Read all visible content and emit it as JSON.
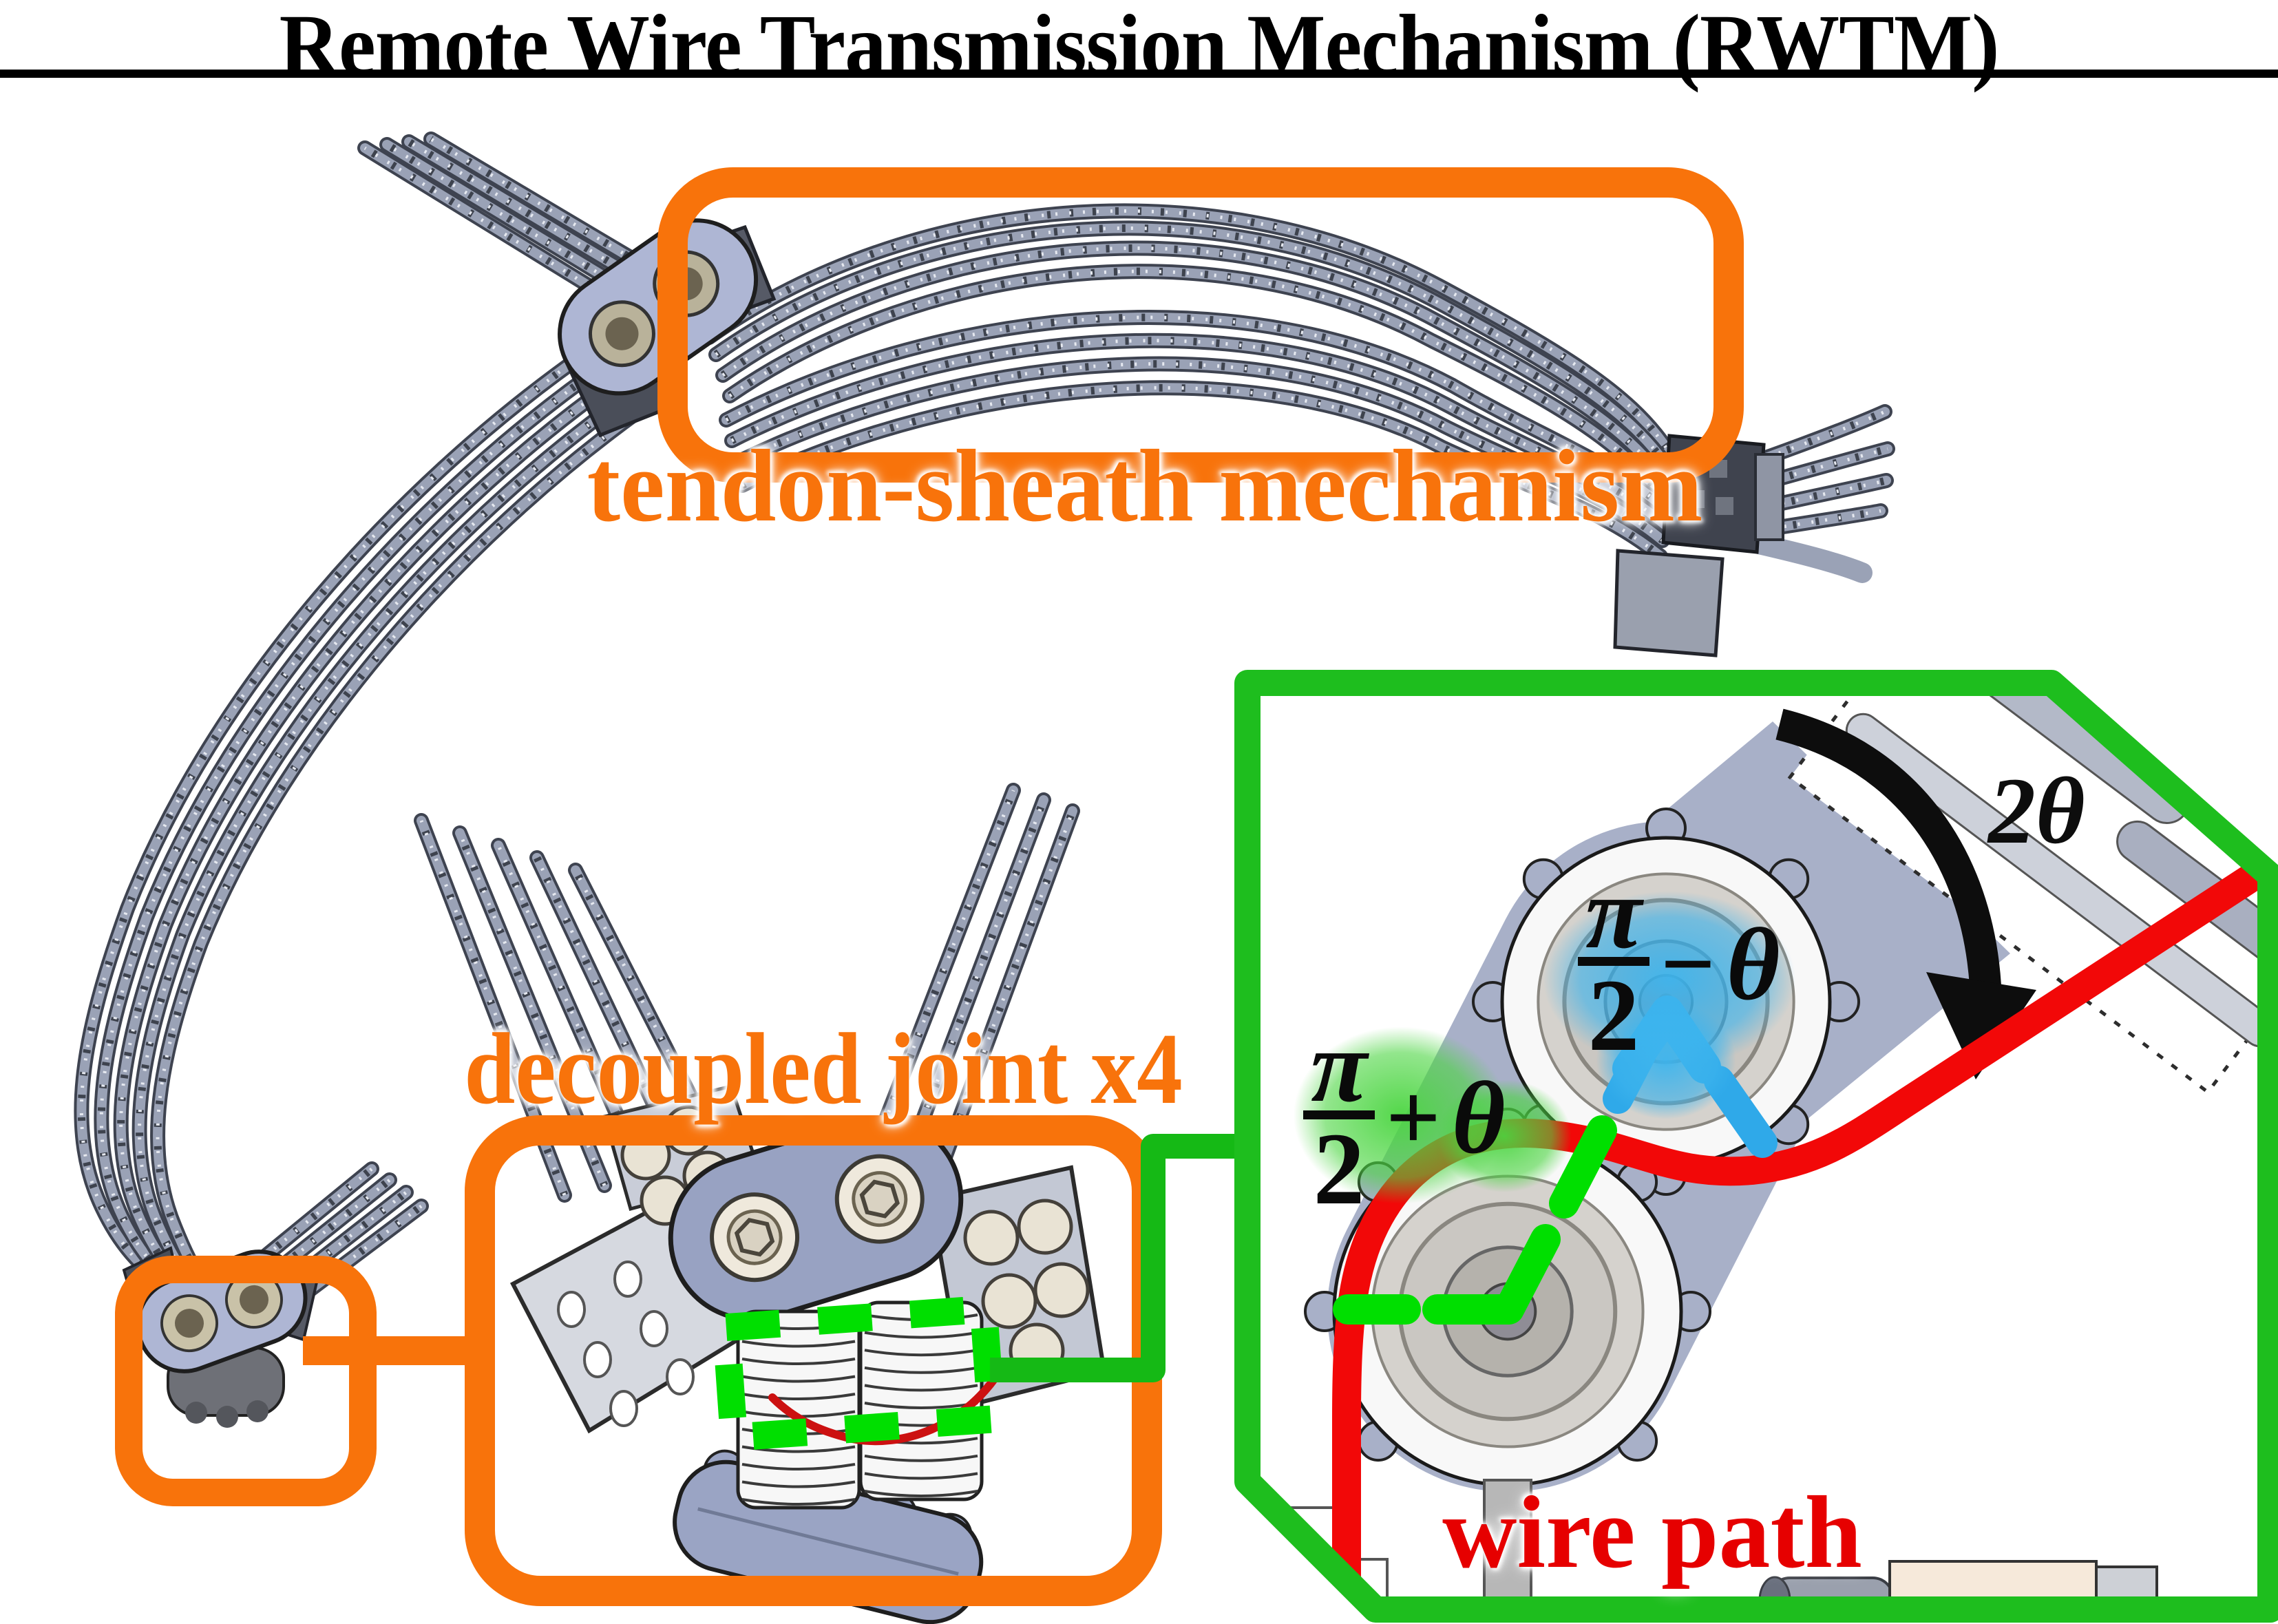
{
  "title": "Remote Wire Transmission Mechanism (RWTM)",
  "labels": {
    "tendon_sheath": "tendon-sheath mechanism",
    "decoupled_joint": "decoupled joint x4",
    "wire_path": "wire path",
    "rotation_angle": "2θ"
  },
  "math": {
    "upper_pulley_angle": {
      "numerator": "π",
      "denominator": "2",
      "operator": "−",
      "angle": "θ"
    },
    "lower_pulley_angle": {
      "numerator": "π",
      "denominator": "2",
      "operator": "+",
      "angle": "θ"
    }
  },
  "colors": {
    "annotation_orange": "#F8730B",
    "inset_green_border": "#1EBE1E",
    "marker_green_dash": "#00DF00",
    "marker_cyan": "#2FA9E9",
    "wire_red": "#F20808",
    "wire_label_red": "#E60000",
    "arrow_black": "#0D0D0D",
    "cad_body_blue_grey": "#A8B0C8"
  }
}
